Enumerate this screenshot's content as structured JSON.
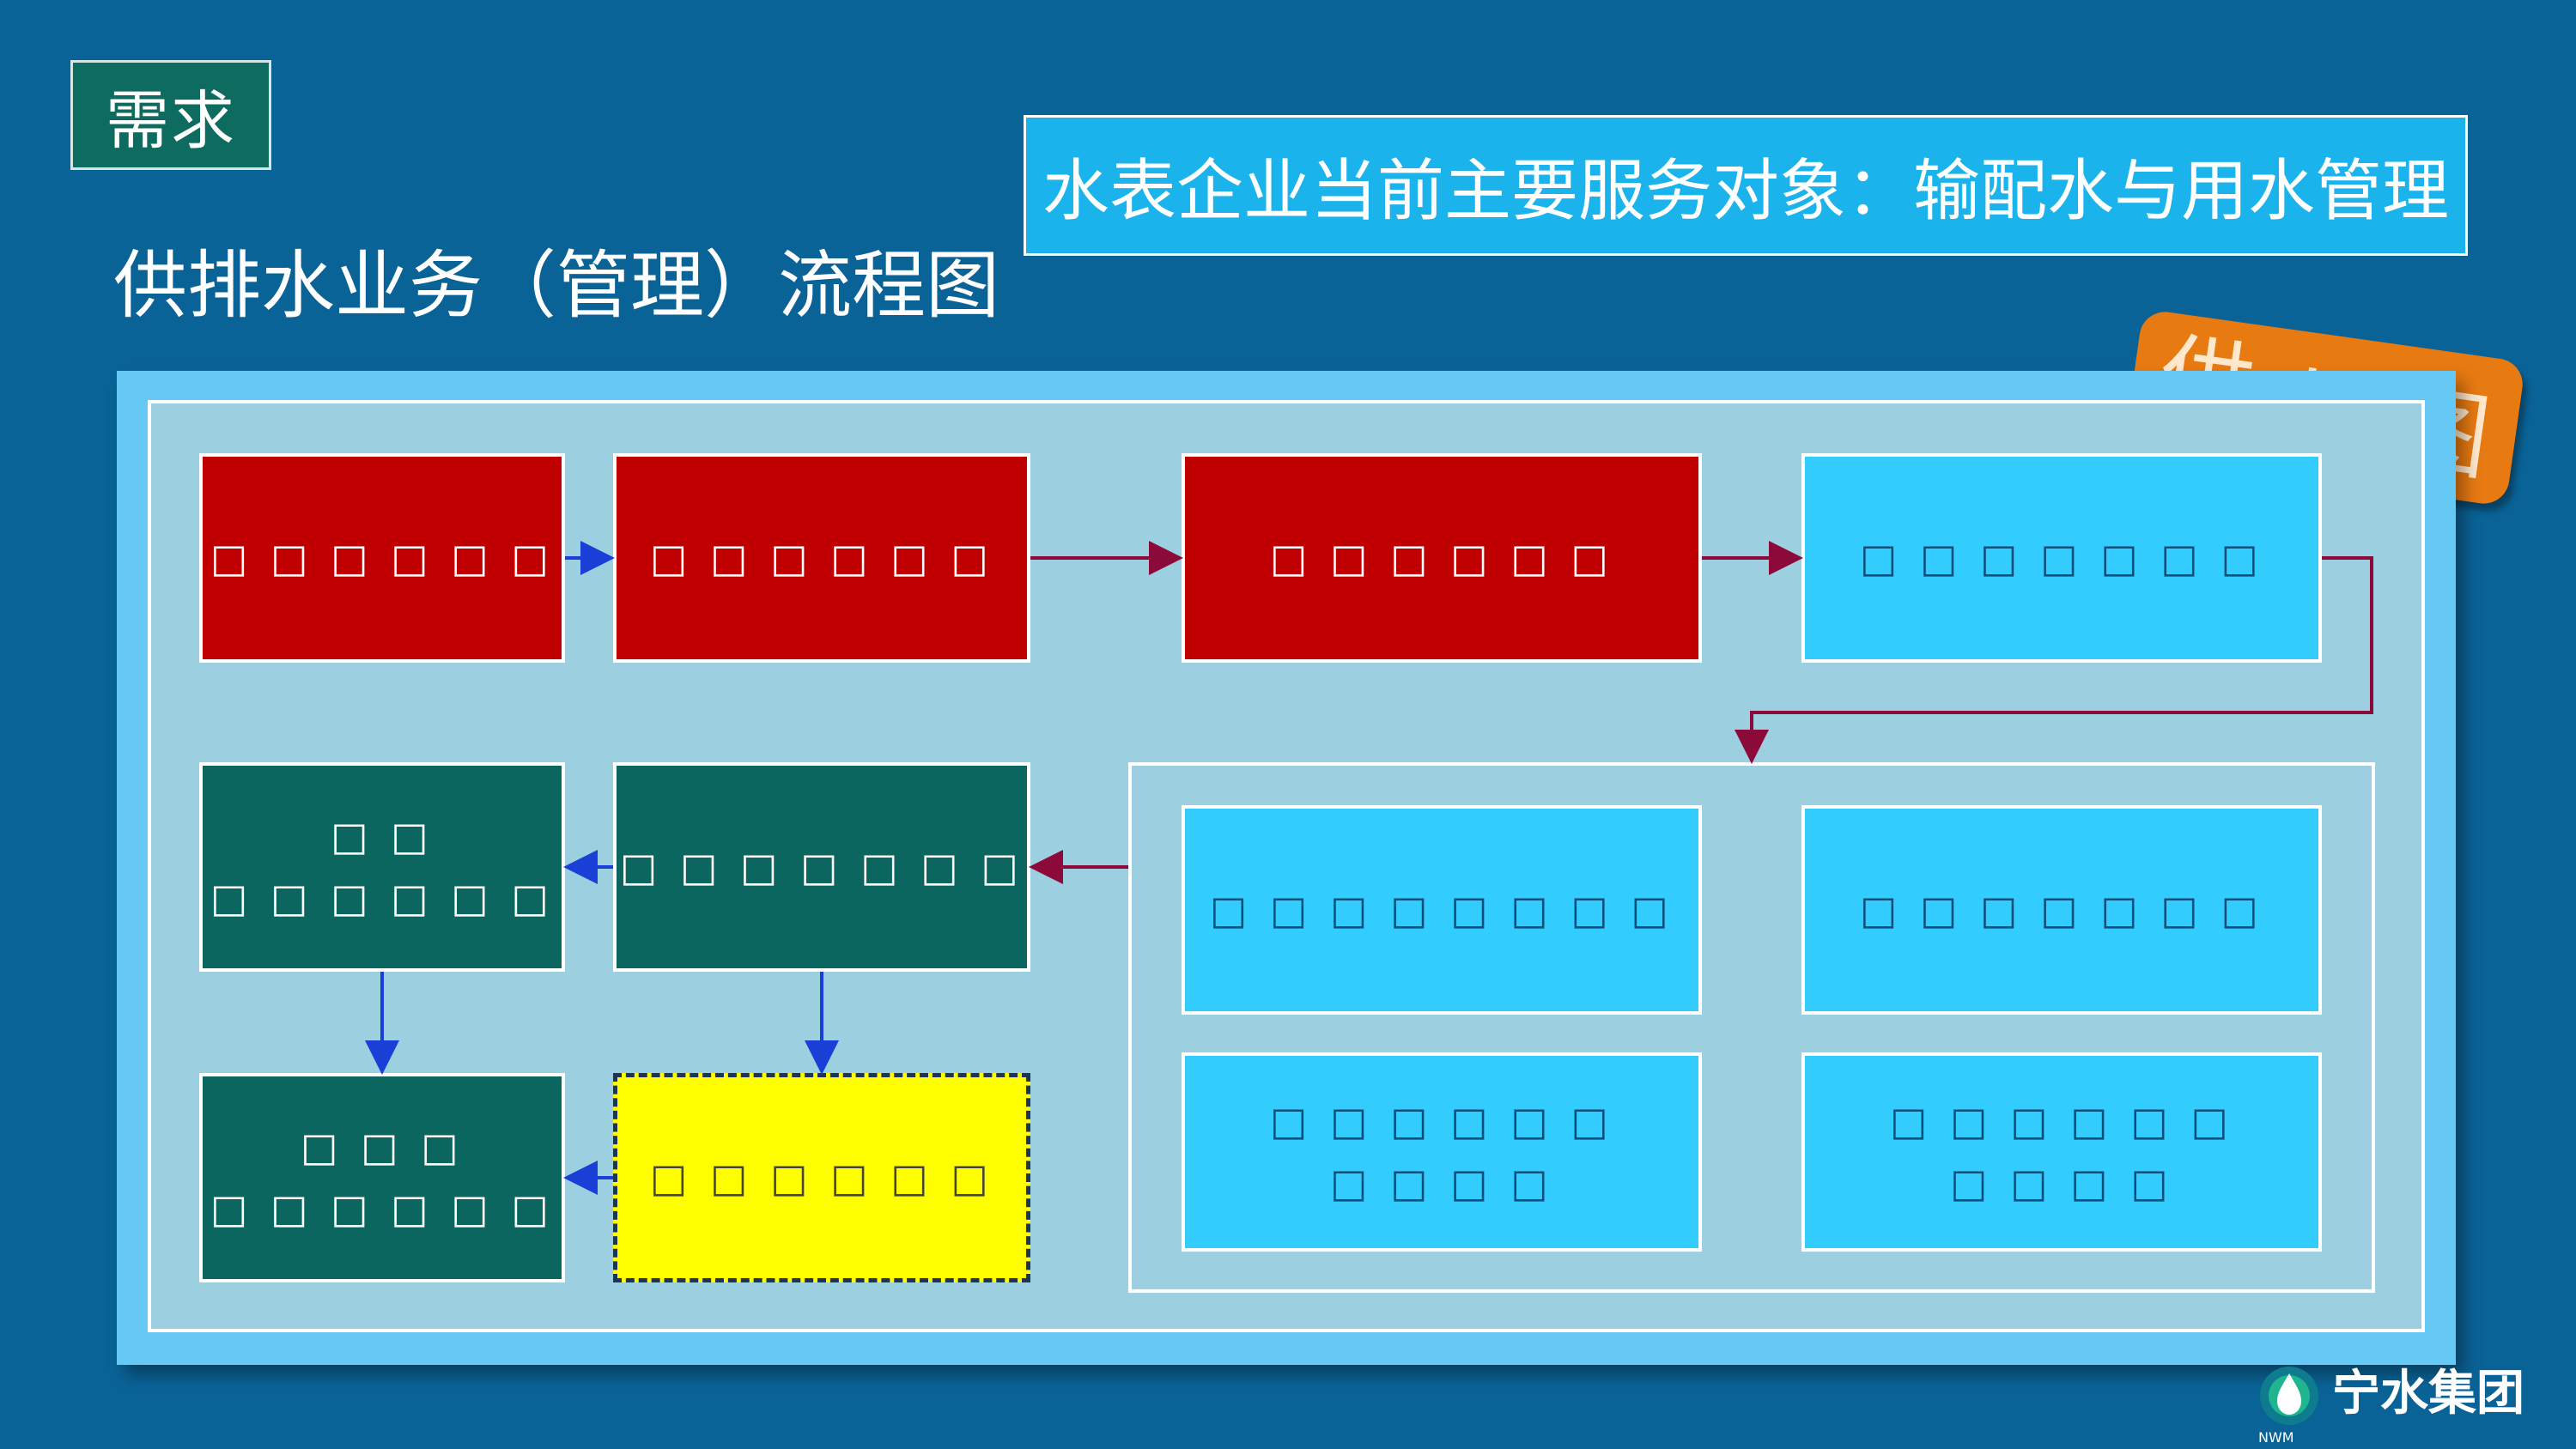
{
  "tag": "需求",
  "title": "供排水业务（管理）流程图",
  "target_box": "水表企业当前主要服务对象：输配水与用水管理",
  "stamp_text": "供水图",
  "logo": {
    "name": "宁水集团",
    "latin": "NWM"
  },
  "colors": {
    "background": "#0A6397",
    "red_node": "#C00000",
    "cyan_node": "#33CCFF",
    "teal_node": "#0A665F",
    "yellow_node": "#FFFF00",
    "red_arrow": "#8B0A3A",
    "blue_arrow": "#1A3FD6",
    "stamp": "#E87A12"
  },
  "flow": {
    "nodes": {
      "n1": "□ □ □ □ □ □",
      "n2": "□ □ □ □ □ □",
      "n3": "□ □ □ □ □ □",
      "n4": "□ □ □ □ □ □ □",
      "g1": "□ □ □ □ □ □ □ □",
      "g2": "□ □ □ □ □ □ □",
      "g3": "□ □ □ □ □ □\n□ □ □ □",
      "g4": "□ □ □ □ □ □\n□ □ □ □",
      "t1": "□ □ □ □ □ □ □",
      "t2": "□ □\n□ □ □ □ □ □",
      "t3": "□ □ □\n□ □ □ □ □ □",
      "y1": "□ □ □ □ □ □"
    }
  }
}
